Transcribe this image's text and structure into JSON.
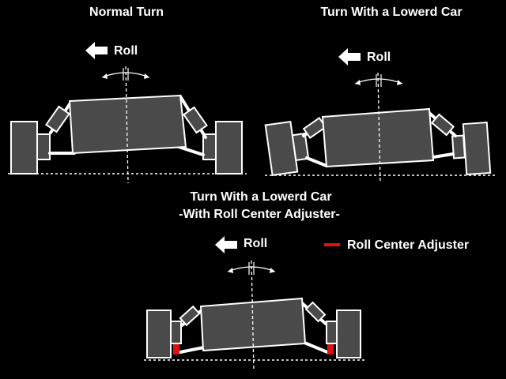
{
  "titles": {
    "normal": "Normal Turn",
    "lowered": "Turn With a Lowerd Car",
    "adjuster_line1": "Turn With a Lowerd Car",
    "adjuster_line2": "-With Roll Center Adjuster-"
  },
  "labels": {
    "roll_1": "Roll",
    "roll_2": "Roll",
    "roll_3": "Roll",
    "legend": "Roll Center Adjuster"
  },
  "colors": {
    "background": "#000000",
    "foreground": "#ffffff",
    "body": "#4a4a4a",
    "adjuster": "#e01010"
  },
  "icons": {
    "roll_direction": "arrow-left-icon"
  }
}
